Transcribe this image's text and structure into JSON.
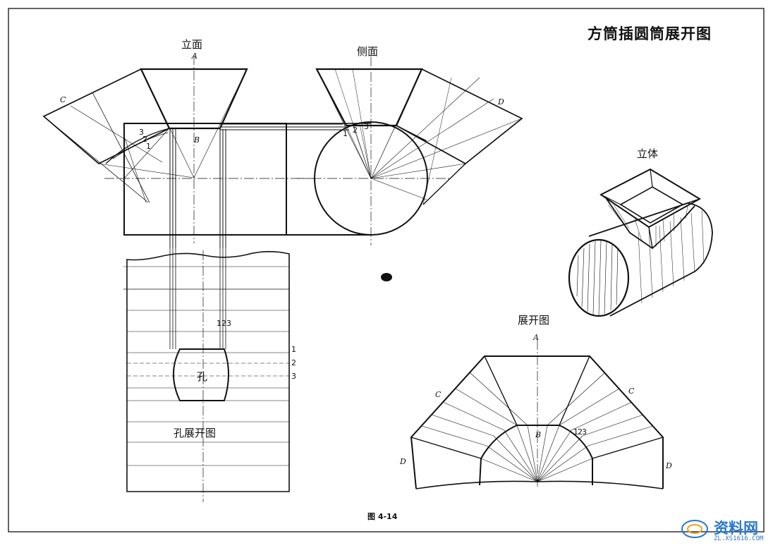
{
  "title": "方筒插圆筒展开图",
  "views": {
    "front": "立面",
    "side": "侧面",
    "solid": "立体",
    "development": "展开图",
    "hole_development": "孔展开图"
  },
  "points": {
    "a": "A",
    "b": "B",
    "c": "C",
    "d": "D",
    "n1": "1",
    "n2": "2",
    "n3": "3",
    "n123": "123",
    "hole": "孔"
  },
  "figure_number": "图 4-14",
  "watermark": {
    "text": "资料网",
    "url": "ZL.XS1616.COM"
  }
}
